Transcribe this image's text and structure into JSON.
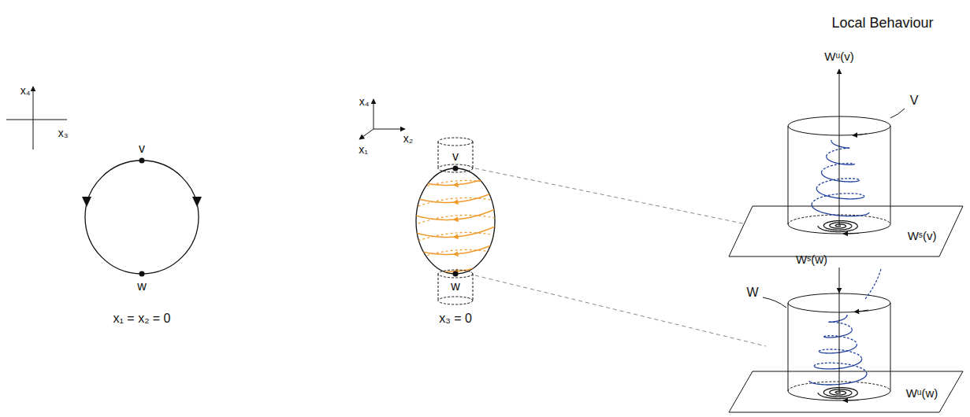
{
  "diagram": {
    "labels": [
      "Local Behaviour",
      "x₄",
      "x₃",
      "v",
      "w",
      "x₁ = x₂ = 0",
      "x₄",
      "x₂",
      "x₁",
      "v",
      "w",
      "x₃ = 0",
      "Wᵘ(v)",
      "V",
      "Wˢ(v)",
      "Wˢ(w)",
      "W",
      "Wᵘ(w)"
    ]
  }
}
